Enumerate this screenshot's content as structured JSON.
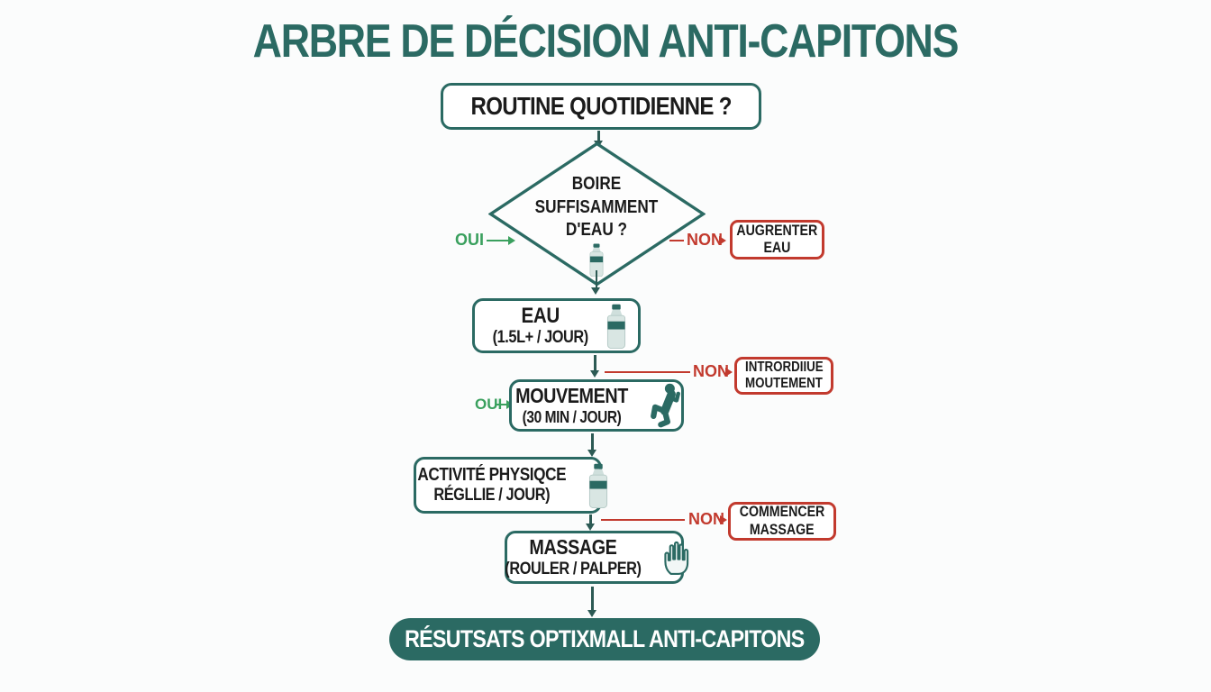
{
  "title": "ARBRE DE DÉCISION ANTI-CAPITONS",
  "nodes": {
    "routine": {
      "label": "ROUTINE QUOTIDIENNE ?"
    },
    "decision_eau": {
      "lines": [
        "BOIRE",
        "SUFFISAMMENT",
        "D'EAU ?"
      ],
      "icon": "water-bottle-icon"
    },
    "eau": {
      "title": "EAU",
      "subtitle": "(1.5L+ / JOUR)",
      "icon": "water-bottle-icon"
    },
    "mouvement": {
      "title": "MOUVEMENT",
      "subtitle": "(30 MIN / JOUR)",
      "icon": "exercise-person-icon"
    },
    "activite": {
      "title": "ACTIVITÉ PHYSIQCE",
      "subtitle": "RÉGLLIE / JOUR)",
      "icon": "water-bottle-icon"
    },
    "massage": {
      "title": "MASSAGE",
      "subtitle": "(ROULER / PALPER)",
      "icon": "hand-icon"
    },
    "result": {
      "label": "RÉSUTSATS OPTIXMALL ANTI-CAPITONS"
    }
  },
  "branch_boxes": {
    "augmenter_eau": {
      "line1": "AUGRENTER",
      "line2": "EAU"
    },
    "introduire_mouvement": {
      "line1": "INTRORDIIUE",
      "line2": "MOUTEMENT"
    },
    "commencer_massage": {
      "line1": "COMMENCER",
      "line2": "MASSAGE"
    }
  },
  "edge_labels": {
    "oui": "OUI",
    "non": "NON"
  },
  "colors": {
    "teal": "#2b6a63",
    "red": "#c23a2e",
    "green": "#3aa05e",
    "line": "#2c5a54",
    "ink": "#1b1b1b",
    "paper": "#fbfcfc",
    "result_text": "#ffffff"
  }
}
